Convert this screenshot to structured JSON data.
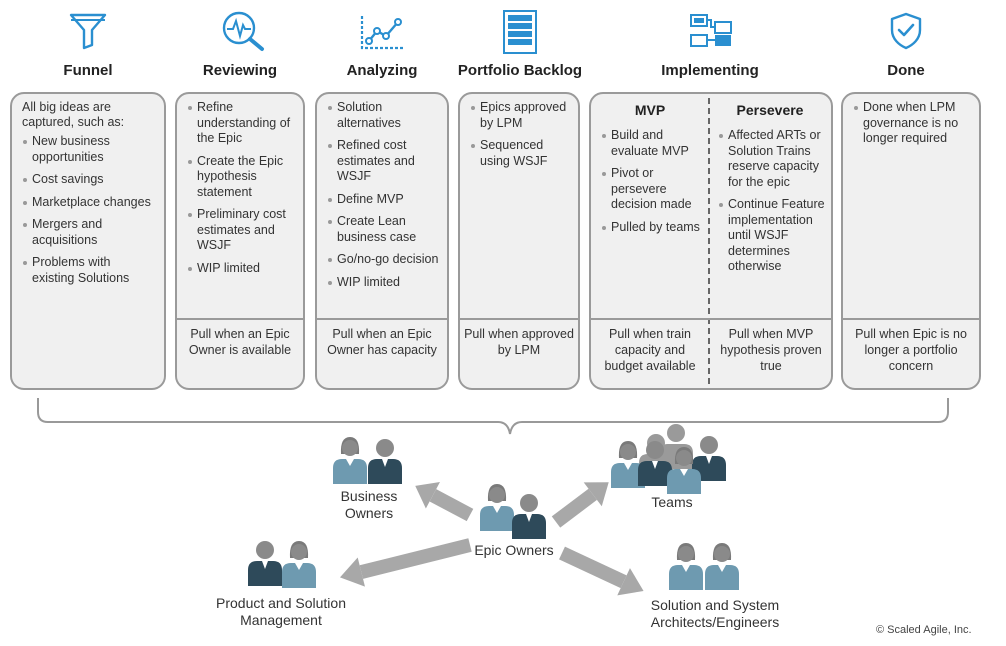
{
  "columns": {
    "funnel": {
      "title": "Funnel",
      "icon": "funnel-icon",
      "intro": "All big ideas are captured, such as:",
      "items": [
        "New business opportunities",
        "Cost savings",
        "Marketplace changes",
        "Mergers and acquisitions",
        "Problems with existing Solutions"
      ]
    },
    "reviewing": {
      "title": "Reviewing",
      "icon": "magnifier-pulse-icon",
      "items": [
        "Refine understanding of the Epic",
        "Create the Epic hypothesis statement",
        "Preliminary cost estimates and WSJF",
        "WIP limited"
      ],
      "pull": "Pull when an Epic Owner is available"
    },
    "analyzing": {
      "title": "Analyzing",
      "icon": "line-chart-icon",
      "items": [
        "Solution alternatives",
        "Refined cost estimates and WSJF",
        "Define MVP",
        "Create Lean business case",
        "Go/no-go decision",
        "WIP limited"
      ],
      "pull": "Pull when an Epic Owner has capacity"
    },
    "portfolio_backlog": {
      "title": "Portfolio Backlog",
      "icon": "stacked-list-icon",
      "items": [
        "Epics approved by LPM",
        "Sequenced using WSJF"
      ],
      "pull": "Pull when approved by LPM"
    },
    "implementing": {
      "title": "Implementing",
      "icon": "flow-boxes-icon",
      "mvp": {
        "heading": "MVP",
        "items": [
          "Build and evaluate MVP",
          "Pivot or persevere decision made",
          "Pulled by teams"
        ],
        "pull": "Pull when train capacity and budget available"
      },
      "persevere": {
        "heading": "Persevere",
        "items": [
          "Affected ARTs or Solution Trains reserve capacity for the epic",
          "Continue Feature implementation until WSJF determines otherwise"
        ],
        "pull": "Pull when MVP hypothesis proven true"
      }
    },
    "done": {
      "title": "Done",
      "icon": "shield-check-icon",
      "items": [
        "Done when LPM governance is no longer required"
      ],
      "pull": "Pull when Epic is no longer a portfolio concern"
    }
  },
  "roles": {
    "center": "Epic Owners",
    "business_owners": "Business Owners",
    "teams": "Teams",
    "product_management": "Product and Solution Management",
    "architects": "Solution and System Architects/Engineers"
  },
  "colors": {
    "icon_blue": "#2a8fd0",
    "card_fill": "#f0f0f0",
    "card_border": "#9a9a9a",
    "arrow_gray": "#a8a8a8",
    "person_dark": "#2e4a5a",
    "person_light": "#6e9ab0",
    "person_head": "#8a8a8a"
  },
  "copyright": "© Scaled Agile, Inc."
}
